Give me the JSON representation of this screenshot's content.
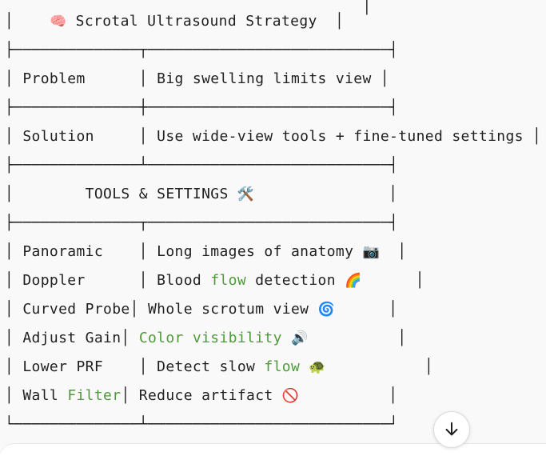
{
  "table_lines": [
    [
      {
        "t": "                                        │"
      }
    ],
    [
      {
        "t": "│    "
      },
      {
        "t": "🧠",
        "e": true
      },
      {
        "t": " Scrotal Ultrasound Strategy  │"
      }
    ],
    [
      {
        "t": ""
      }
    ],
    [
      {
        "t": "├──────────────┬───────────────────────────┤"
      }
    ],
    [
      {
        "t": ""
      }
    ],
    [
      {
        "t": "│ Problem      │ Big swelling limits view │"
      }
    ],
    [
      {
        "t": ""
      }
    ],
    [
      {
        "t": "├──────────────┼───────────────────────────┤"
      }
    ],
    [
      {
        "t": ""
      }
    ],
    [
      {
        "t": "│ Solution     │ Use wide-view tools + fine-tuned settings │"
      }
    ],
    [
      {
        "t": ""
      }
    ],
    [
      {
        "t": "├──────────────┴───────────────────────────┤"
      }
    ],
    [
      {
        "t": ""
      }
    ],
    [
      {
        "t": "│        TOOLS & SETTINGS "
      },
      {
        "t": "🛠️",
        "e": true
      },
      {
        "t": "               │"
      }
    ],
    [
      {
        "t": ""
      }
    ],
    [
      {
        "t": "├──────────────┬───────────────────────────┤"
      }
    ],
    [
      {
        "t": ""
      }
    ],
    [
      {
        "t": "│ Panoramic    │ Long images of anatomy "
      },
      {
        "t": "📷",
        "e": true
      },
      {
        "t": "  │"
      }
    ],
    [
      {
        "t": ""
      }
    ],
    [
      {
        "t": "│ Doppler      │ Blood "
      },
      {
        "t": "flow",
        "h": true
      },
      {
        "t": " detection "
      },
      {
        "t": "🌈",
        "e": true
      },
      {
        "t": "      │"
      }
    ],
    [
      {
        "t": ""
      }
    ],
    [
      {
        "t": "│ Curved Probe│ Whole scrotum view "
      },
      {
        "t": "🌀",
        "e": true
      },
      {
        "t": "      │"
      }
    ],
    [
      {
        "t": ""
      }
    ],
    [
      {
        "t": "│ Adjust Gain│ "
      },
      {
        "t": "Color visibility",
        "h": true
      },
      {
        "t": " "
      },
      {
        "t": "🔊",
        "e": true
      },
      {
        "t": "          │"
      }
    ],
    [
      {
        "t": ""
      }
    ],
    [
      {
        "t": "│ Lower PRF    │ Detect slow "
      },
      {
        "t": "flow",
        "h": true
      },
      {
        "t": " "
      },
      {
        "t": "🐢",
        "e": true
      },
      {
        "t": "           │"
      }
    ],
    [
      {
        "t": ""
      }
    ],
    [
      {
        "t": "│ Wall "
      },
      {
        "t": "Filter",
        "h": true
      },
      {
        "t": "│ Reduce artifact "
      },
      {
        "t": "🚫",
        "e": true
      },
      {
        "t": "          │"
      }
    ],
    [
      {
        "t": ""
      }
    ],
    [
      {
        "t": "└──────────────┴───────────────────────────┘"
      }
    ]
  ],
  "icons": {
    "scroll_down": "arrow-down-icon"
  },
  "colors": {
    "highlight": "#4e9a3a",
    "text": "#1f1f1f",
    "code_background": "#f9f9f9"
  }
}
